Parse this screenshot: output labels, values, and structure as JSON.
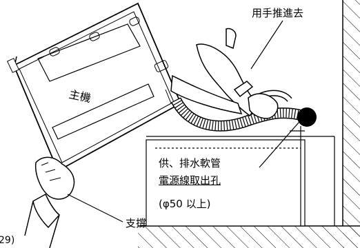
{
  "labels": {
    "main_unit": "主機",
    "push_in": "用手推進去",
    "hole_line1": "供、排水軟管",
    "hole_line2": "電源線取出孔",
    "hole_line3": "(φ50 以上)",
    "support": "支撐",
    "figure_number": "29)"
  },
  "colors": {
    "line": "#000000",
    "background": "#ffffff"
  },
  "icons": {
    "main_unit": "washing-machine-top",
    "left_hand": "supporting-hand",
    "right_arm": "pushing-arm",
    "hose": "corrugated-hose",
    "hose_end": "hose-cap",
    "wall": "hatched-wall",
    "floor": "hatched-floor",
    "opening": "wall-opening"
  }
}
